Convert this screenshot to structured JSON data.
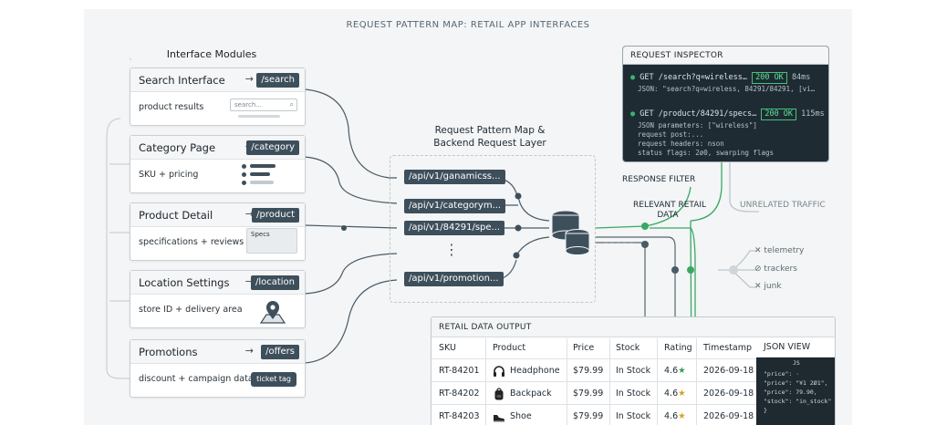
{
  "title": "REQUEST PATTERN MAP: RETAIL APP INTERFACES",
  "modules_label": "Interface Modules",
  "modules": [
    {
      "name": "Search Interface",
      "route": "/search",
      "desc": "product results",
      "search_placeholder": "search..."
    },
    {
      "name": "Category Page",
      "route": "/category",
      "desc": "SKU + pricing"
    },
    {
      "name": "Product Detail",
      "route": "/product",
      "desc": "specifications + reviews",
      "specs_label": "Specs"
    },
    {
      "name": "Location Settings",
      "route": "/location",
      "desc": "store ID + delivery area"
    },
    {
      "name": "Promotions",
      "route": "/offers",
      "desc": "discount + campaign data",
      "ticket_label": "ticket tag"
    }
  ],
  "layer": {
    "title_line1": "Request Pattern Map &",
    "title_line2": "Backend Request Layer",
    "endpoints": [
      "/api/v1/ganamicss...",
      "/api/v1/categorym...",
      "/api/v1/84291/spe...",
      "/api/v1/promotion..."
    ],
    "ellipsis": "⋮"
  },
  "inspector": {
    "title": "REQUEST INSPECTOR",
    "requests": [
      {
        "method": "GET",
        "path": "/search?q=wireless…",
        "status": "200 OK",
        "ms": "84ms",
        "lines": [
          "JSON: \"search?q=wireless, 84291/84291, [vi…"
        ]
      },
      {
        "method": "GET",
        "path": "/product/84291/specs…",
        "status": "200 OK",
        "ms": "115ms",
        "lines": [
          "JSON parameters: [\"wireless\"]",
          "request post:...",
          "request headers: nson",
          "status flags: 2ø0, swarping flags"
        ]
      }
    ]
  },
  "labels": {
    "response_filter": "RESPONSE FILTER",
    "relevant_line1": "RELEVANT RETAIL",
    "relevant_line2": "DATA",
    "unrelated": "UNRELATED TRAFFIC"
  },
  "junk": [
    "telemetry",
    "trackers",
    "junk"
  ],
  "output": {
    "title": "RETAIL DATA OUTPUT",
    "columns": [
      "SKU",
      "Product",
      "Price",
      "Stock",
      "Rating",
      "Timestamp"
    ],
    "json_view_label": "JSON VIEW",
    "rows": [
      {
        "sku": "RT-84201",
        "product": "Headphone",
        "price": "$79.99",
        "stock": "In Stock",
        "rating": "4.6",
        "timestamp": "2026-09-18"
      },
      {
        "sku": "RT-84202",
        "product": "Backpack",
        "price": "$79.99",
        "stock": "In Stock",
        "rating": "4.6",
        "timestamp": "2026-09-18"
      },
      {
        "sku": "RT-84203",
        "product": "Shoe",
        "price": "$79.99",
        "stock": "In Stock",
        "rating": "4.6",
        "timestamp": "2026-09-18"
      }
    ],
    "json_lines": [
      "JS",
      "\"price\": ·",
      "\"price\": \"¥1 2Ø1\",",
      "\"price\": 79.90,",
      "\"stock\": \"in_stock\"",
      "}"
    ]
  },
  "colors": {
    "accent": "#3e4f5c",
    "ok_green": "#3aa864",
    "star_green": "#3a9a5b",
    "star_yellow": "#d4a21e"
  }
}
